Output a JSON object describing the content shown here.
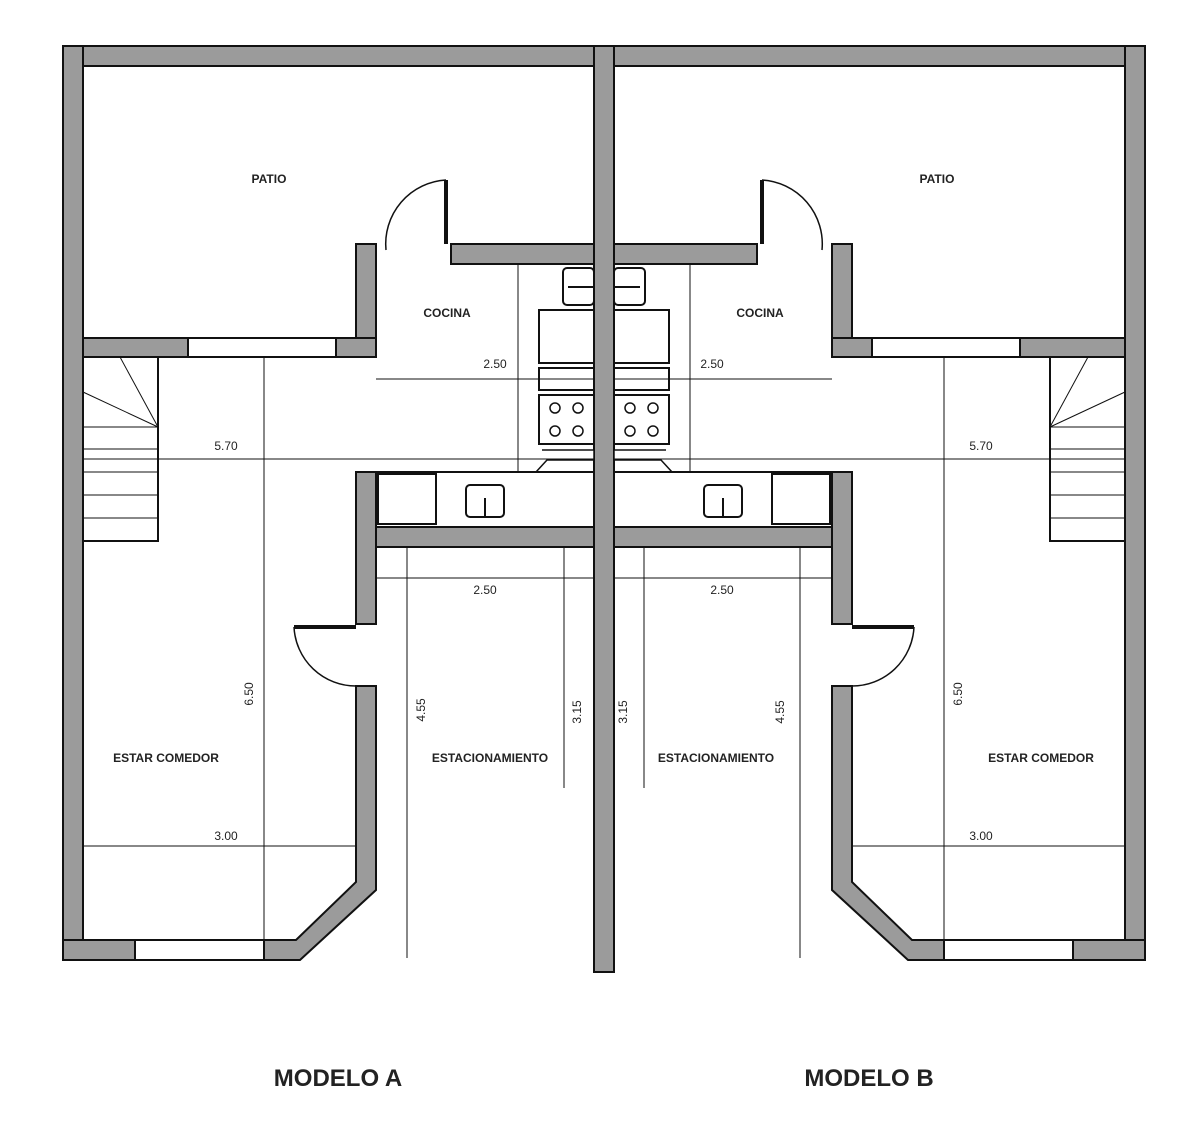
{
  "colors": {
    "wall_fill": "#9b9b9b",
    "line": "#111111",
    "text": "#222222",
    "background": "#ffffff"
  },
  "models": {
    "a": {
      "title": "MODELO A",
      "rooms": {
        "patio": "PATIO",
        "cocina": "COCINA",
        "estar_comedor": "ESTAR COMEDOR",
        "estacionamiento": "ESTACIONAMIENTO"
      },
      "dims": {
        "kitchen_width": "2.50",
        "living_width": "5.70",
        "living_length": "6.50",
        "living_bay": "3.00",
        "parking_width": "2.50",
        "parking_length": "4.55",
        "parking_side": "3.15"
      }
    },
    "b": {
      "title": "MODELO B",
      "rooms": {
        "patio": "PATIO",
        "cocina": "COCINA",
        "estar_comedor": "ESTAR COMEDOR",
        "estacionamiento": "ESTACIONAMIENTO"
      },
      "dims": {
        "kitchen_width": "2.50",
        "living_width": "5.70",
        "living_length": "6.50",
        "living_bay": "3.00",
        "parking_width": "2.50",
        "parking_length": "4.55",
        "parking_side": "3.15"
      }
    }
  }
}
